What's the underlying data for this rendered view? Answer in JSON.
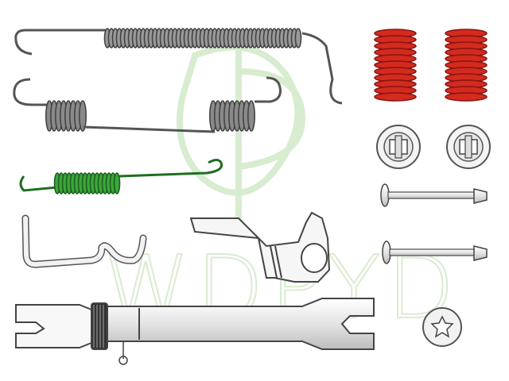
{
  "watermark": {
    "text": "WDPYD",
    "color": "#d8ecd0"
  },
  "parts": [
    {
      "name": "long-return-spring",
      "icon": "spring-icon",
      "color": "#8c8c8c"
    },
    {
      "name": "hooked-return-spring-double-coil",
      "icon": "spring-icon",
      "color": "#8c8c8c"
    },
    {
      "name": "green-spring",
      "icon": "spring-icon",
      "color": "#2e9e2e"
    },
    {
      "name": "red-compression-spring-left",
      "icon": "spring-icon",
      "color": "#d32b1f"
    },
    {
      "name": "red-compression-spring-right",
      "icon": "spring-icon",
      "color": "#d32b1f"
    },
    {
      "name": "hold-down-cup-left",
      "icon": "cup-washer-icon",
      "color": "#e6e6e6"
    },
    {
      "name": "hold-down-cup-right",
      "icon": "cup-washer-icon",
      "color": "#e6e6e6"
    },
    {
      "name": "hold-down-pin-upper",
      "icon": "pin-icon",
      "color": "#e6e6e6"
    },
    {
      "name": "hold-down-pin-lower",
      "icon": "pin-icon",
      "color": "#e6e6e6"
    },
    {
      "name": "bent-wire-lever",
      "icon": "wire-icon",
      "color": "#e6e6e6"
    },
    {
      "name": "adjuster-lever-bracket",
      "icon": "bracket-icon",
      "color": "#f2f2f2"
    },
    {
      "name": "star-retaining-clip",
      "icon": "star-clip-icon",
      "color": "#e6e6e6"
    },
    {
      "name": "adjuster-strut",
      "icon": "adjuster-icon",
      "color": "#f2f2f2"
    }
  ]
}
